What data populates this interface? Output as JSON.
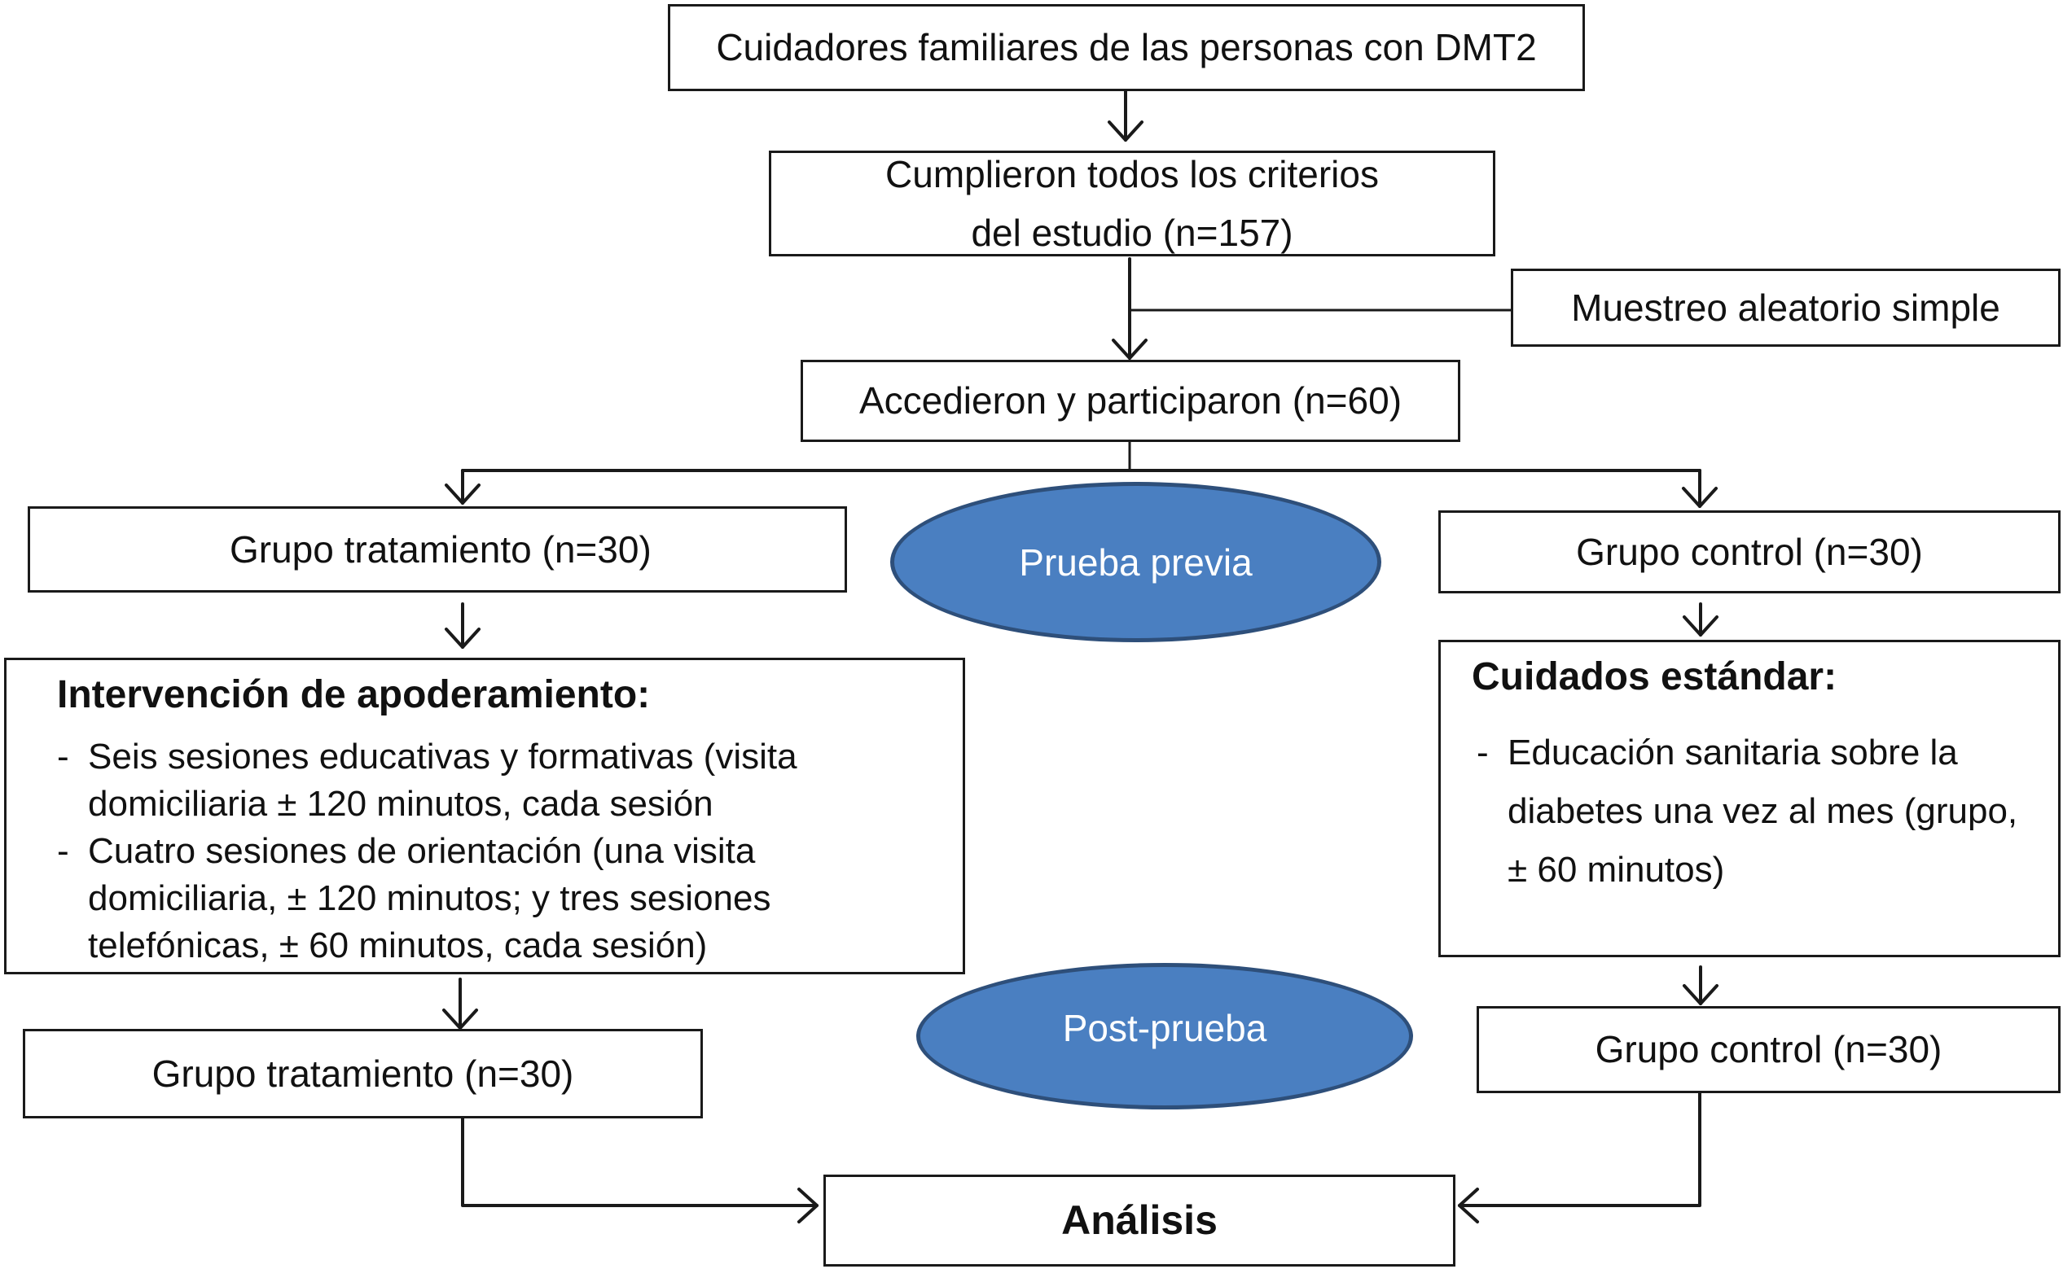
{
  "nodes": {
    "caregivers": "Cuidadores familiares de las personas con DMT2",
    "criteria": "Cumplieron todos los criterios del estudio (n=157)",
    "sampling": "Muestreo aleatorio simple",
    "participated": "Accedieron y participaron (n=60)",
    "treatment_pre": "Grupo tratamiento (n=30)",
    "control_pre": "Grupo control (n=30)",
    "treatment_post": "Grupo tratamiento (n=30)",
    "control_post": "Grupo control (n=30)",
    "analysis": "Análisis"
  },
  "phases": {
    "pretest": "Prueba previa",
    "posttest": "Post-prueba"
  },
  "intervention": {
    "title": "Intervención de apoderamiento:",
    "items": [
      "Seis sesiones educativas y formativas (visita domiciliaria ± 120 minutos, cada sesión",
      "Cuatro sesiones de orientación (una visita domiciliaria, ± 120 minutos; y tres sesiones telefónicas, ± 60 minutos, cada sesión)"
    ]
  },
  "standard_care": {
    "title": "Cuidados estándar:",
    "items": [
      "Educación sanitaria sobre la diabetes una vez al mes (grupo, ± 60 minutos)"
    ]
  },
  "colors": {
    "ellipse_fill": "#4a7fc1",
    "ellipse_border": "#2e4f7a",
    "line": "#1a1a1a"
  }
}
